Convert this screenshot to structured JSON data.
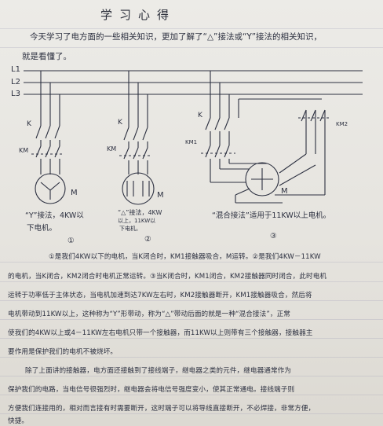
{
  "title": "学习心得",
  "intro": {
    "line1": "今天学习了电方面的一些相关知识，更加了解了“△”接法或“Y”接法的相关知识，",
    "line2": "就是看懂了。"
  },
  "bus_labels": [
    "L1",
    "L2",
    "L3"
  ],
  "diagram": {
    "labels": {
      "k1": "K",
      "km1": "KM",
      "m1": "M",
      "k2": "K",
      "km2": "KM",
      "m2": "M",
      "k3": "K",
      "km31": "KM1",
      "km32": "KM2",
      "m3": "M"
    },
    "captions": {
      "c1_l1": "“Y”接法，4KW以",
      "c1_l2": "下电机。",
      "c1_num": "①",
      "c2_l1": "“△”接法，4KW",
      "c2_l2": "以上，11KW以",
      "c2_l3": "下电机。",
      "c2_num": "②",
      "c3": "“混合接法”适用于11KW以上电机。",
      "c3_num": "③"
    }
  },
  "paragraphs": [
    "①是我们4KW以下的电机，当K闭合时，KM1接触器吸合，M运转。②是我们4KW－11KW",
    "的电机，当K闭合，KM2闭合时电机正常运转。③当K闭合时，KM1闭合，KM2接触器同时闭合，此时电机",
    "运转于功率低于主体状态，当电机加速到达7KW左右时，KM2接触器断开，KM1接触器吸合，然后将",
    "电机带动到11KW以上，这种称为“Y”形带动，称为“△”带动后面的就是一种“混合接法”，正常",
    "使我们的4KW以上或4－11KW左右电机只带一个接触器，而11KW以上则带有三个接触器，接触器主",
    "要作用是保护我们的电机不被烧坏。",
    "除了上面讲的接触器，电方面还接触到了接线端子，继电器之类的元件，继电器通常作为",
    "保护我们的电路，当电信号很强烈时，继电器会将电信号强度变小，使其正常通电。接线端子则",
    "方便我们连接用的，相对而言接有时需要断开，这时端子可以将导线直接断开，不必焊接，非常方便，",
    "快捷。"
  ]
}
